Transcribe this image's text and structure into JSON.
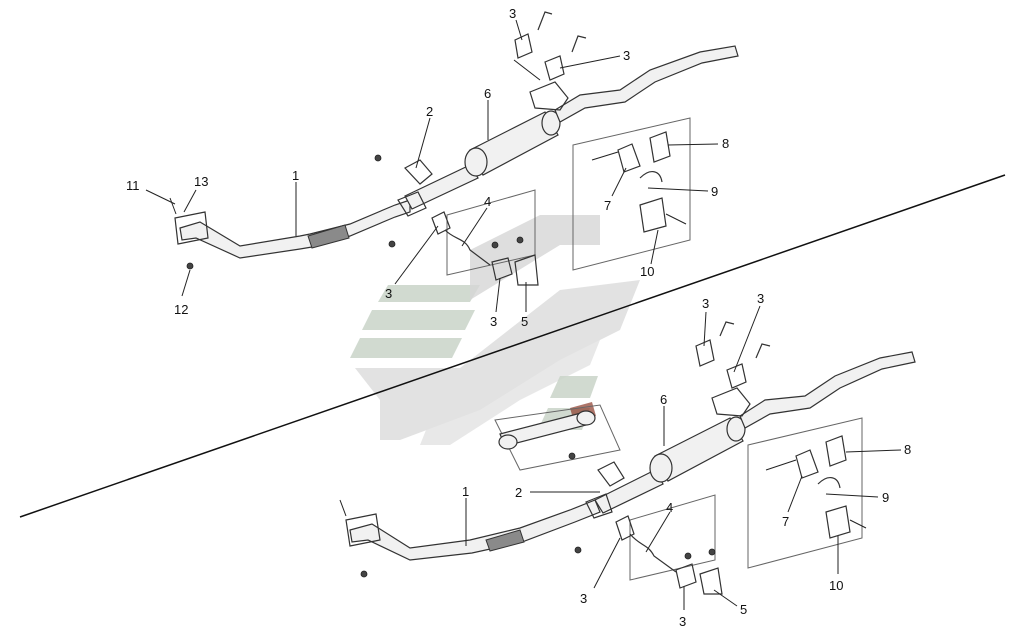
{
  "diagram": {
    "colors": {
      "watermark_green": "#c9d4c8",
      "watermark_gray": "#d6d6d6",
      "line": "#222222",
      "accent": "#8b3a2a"
    },
    "top_view": {
      "callouts": [
        {
          "id": "t1",
          "text": "1"
        },
        {
          "id": "t2",
          "text": "2"
        },
        {
          "id": "t3a",
          "text": "3"
        },
        {
          "id": "t3b",
          "text": "3"
        },
        {
          "id": "t3c",
          "text": "3"
        },
        {
          "id": "t3d",
          "text": "3"
        },
        {
          "id": "t4",
          "text": "4"
        },
        {
          "id": "t5",
          "text": "5"
        },
        {
          "id": "t6",
          "text": "6"
        },
        {
          "id": "t7",
          "text": "7"
        },
        {
          "id": "t8",
          "text": "8"
        },
        {
          "id": "t9",
          "text": "9"
        },
        {
          "id": "t10",
          "text": "10"
        },
        {
          "id": "t11",
          "text": "11"
        },
        {
          "id": "t12",
          "text": "12"
        },
        {
          "id": "t13",
          "text": "13"
        }
      ]
    },
    "bottom_view": {
      "callouts": [
        {
          "id": "b1",
          "text": "1"
        },
        {
          "id": "b2",
          "text": "2"
        },
        {
          "id": "b3a",
          "text": "3"
        },
        {
          "id": "b3b",
          "text": "3"
        },
        {
          "id": "b3c",
          "text": "3"
        },
        {
          "id": "b3d",
          "text": "3"
        },
        {
          "id": "b4",
          "text": "4"
        },
        {
          "id": "b5",
          "text": "5"
        },
        {
          "id": "b6",
          "text": "6"
        },
        {
          "id": "b7",
          "text": "7"
        },
        {
          "id": "b8",
          "text": "8"
        },
        {
          "id": "b9",
          "text": "9"
        },
        {
          "id": "b10",
          "text": "10"
        }
      ]
    }
  }
}
